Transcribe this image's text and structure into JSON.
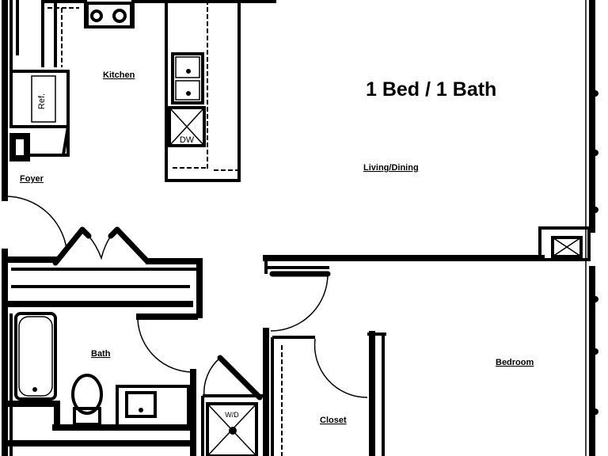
{
  "plan": {
    "title": "1 Bed / 1 Bath",
    "rooms": {
      "kitchen": "Kitchen",
      "living_dining": "Living/Dining",
      "foyer": "Foyer",
      "bath": "Bath",
      "bedroom": "Bedroom",
      "closet": "Closet"
    },
    "fixtures": {
      "refrigerator": "Ref.",
      "dishwasher": "DW",
      "washer_dryer": "W/D"
    }
  }
}
